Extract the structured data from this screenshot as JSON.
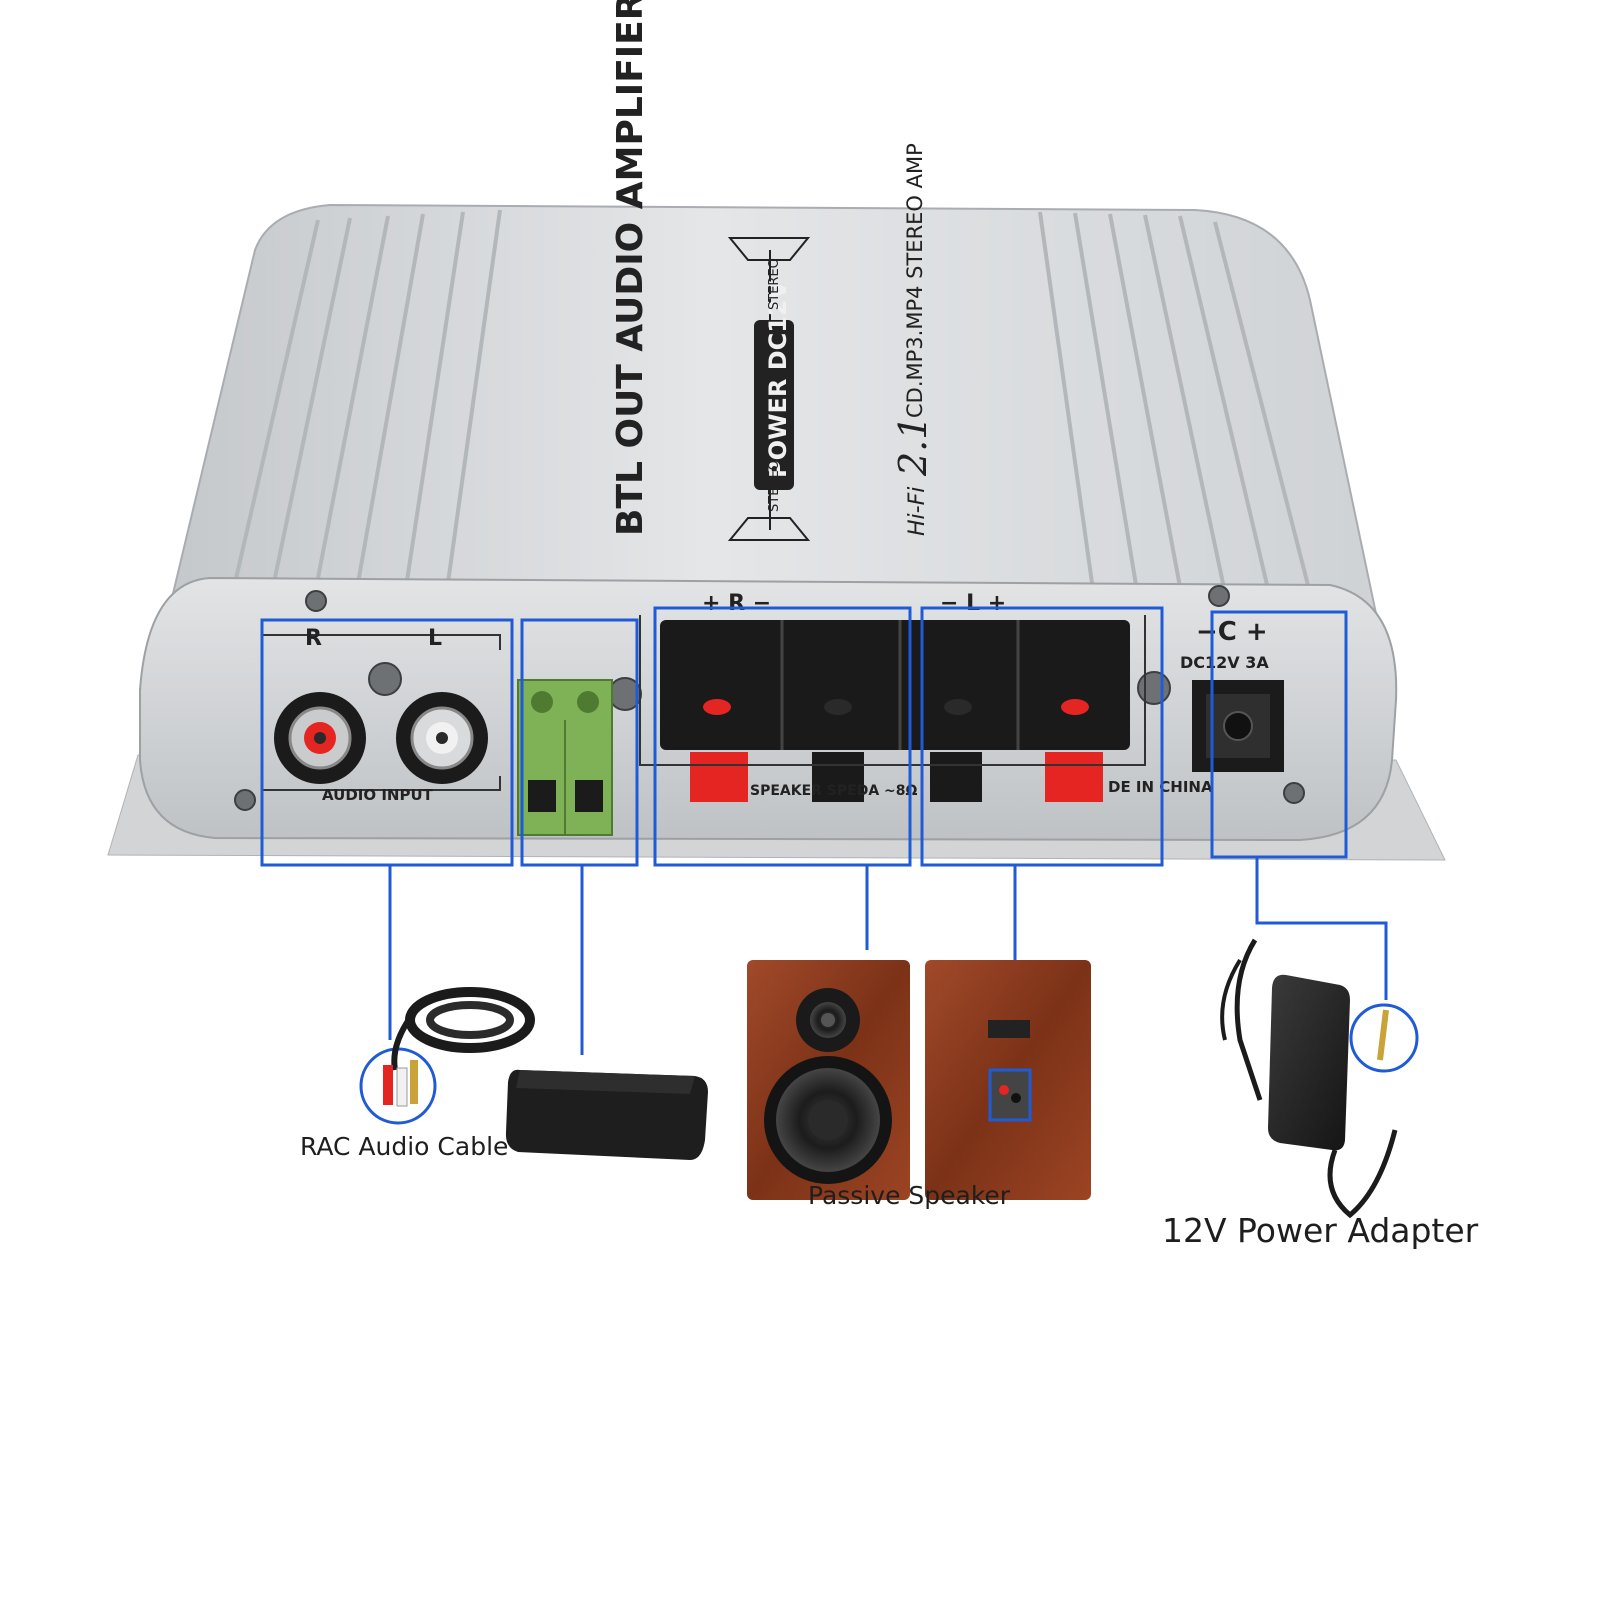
{
  "amplifier": {
    "top_title": "BTL OUT AUDIO AMPLIFIER",
    "power_badge": "POWER DC12V",
    "stereo_left": "STEREO",
    "stereo_right": "STEREO",
    "hifi_prefix": "Hi-Fi",
    "hifi_channels": "2.1",
    "hifi_desc": "CD.MP3.MP4 STEREO AMP",
    "panel": {
      "input_r": "R",
      "input_l": "L",
      "audio_input": "AUDIO INPUT",
      "speaker_right_signs": "+   R   −",
      "speaker_left_signs": "−   L   +",
      "speaker_label": "SPEAKER SPEDA  ~8Ω",
      "made_in": "DE IN CHINA",
      "dc_polarity": "−C +",
      "dc_rating": "DC12V 3A"
    }
  },
  "captions": {
    "cable": "RAC Audio Cable",
    "speaker": "Passive Speaker",
    "adapter": "12V Power Adapter"
  },
  "colors": {
    "callout_blue": "#1f5bd6",
    "aluminum": "#d6d8da",
    "aluminum_dark": "#a9acb0",
    "terminal_green": "#7fb256",
    "clip_red": "#e52521",
    "wood": "#8e3d1c",
    "text_dark": "#1e1e1e"
  },
  "icons": [
    "rca-jack-icon",
    "screw-icon",
    "speaker-terminal-icon",
    "dc-jack-icon",
    "speaker-cone-icon"
  ]
}
